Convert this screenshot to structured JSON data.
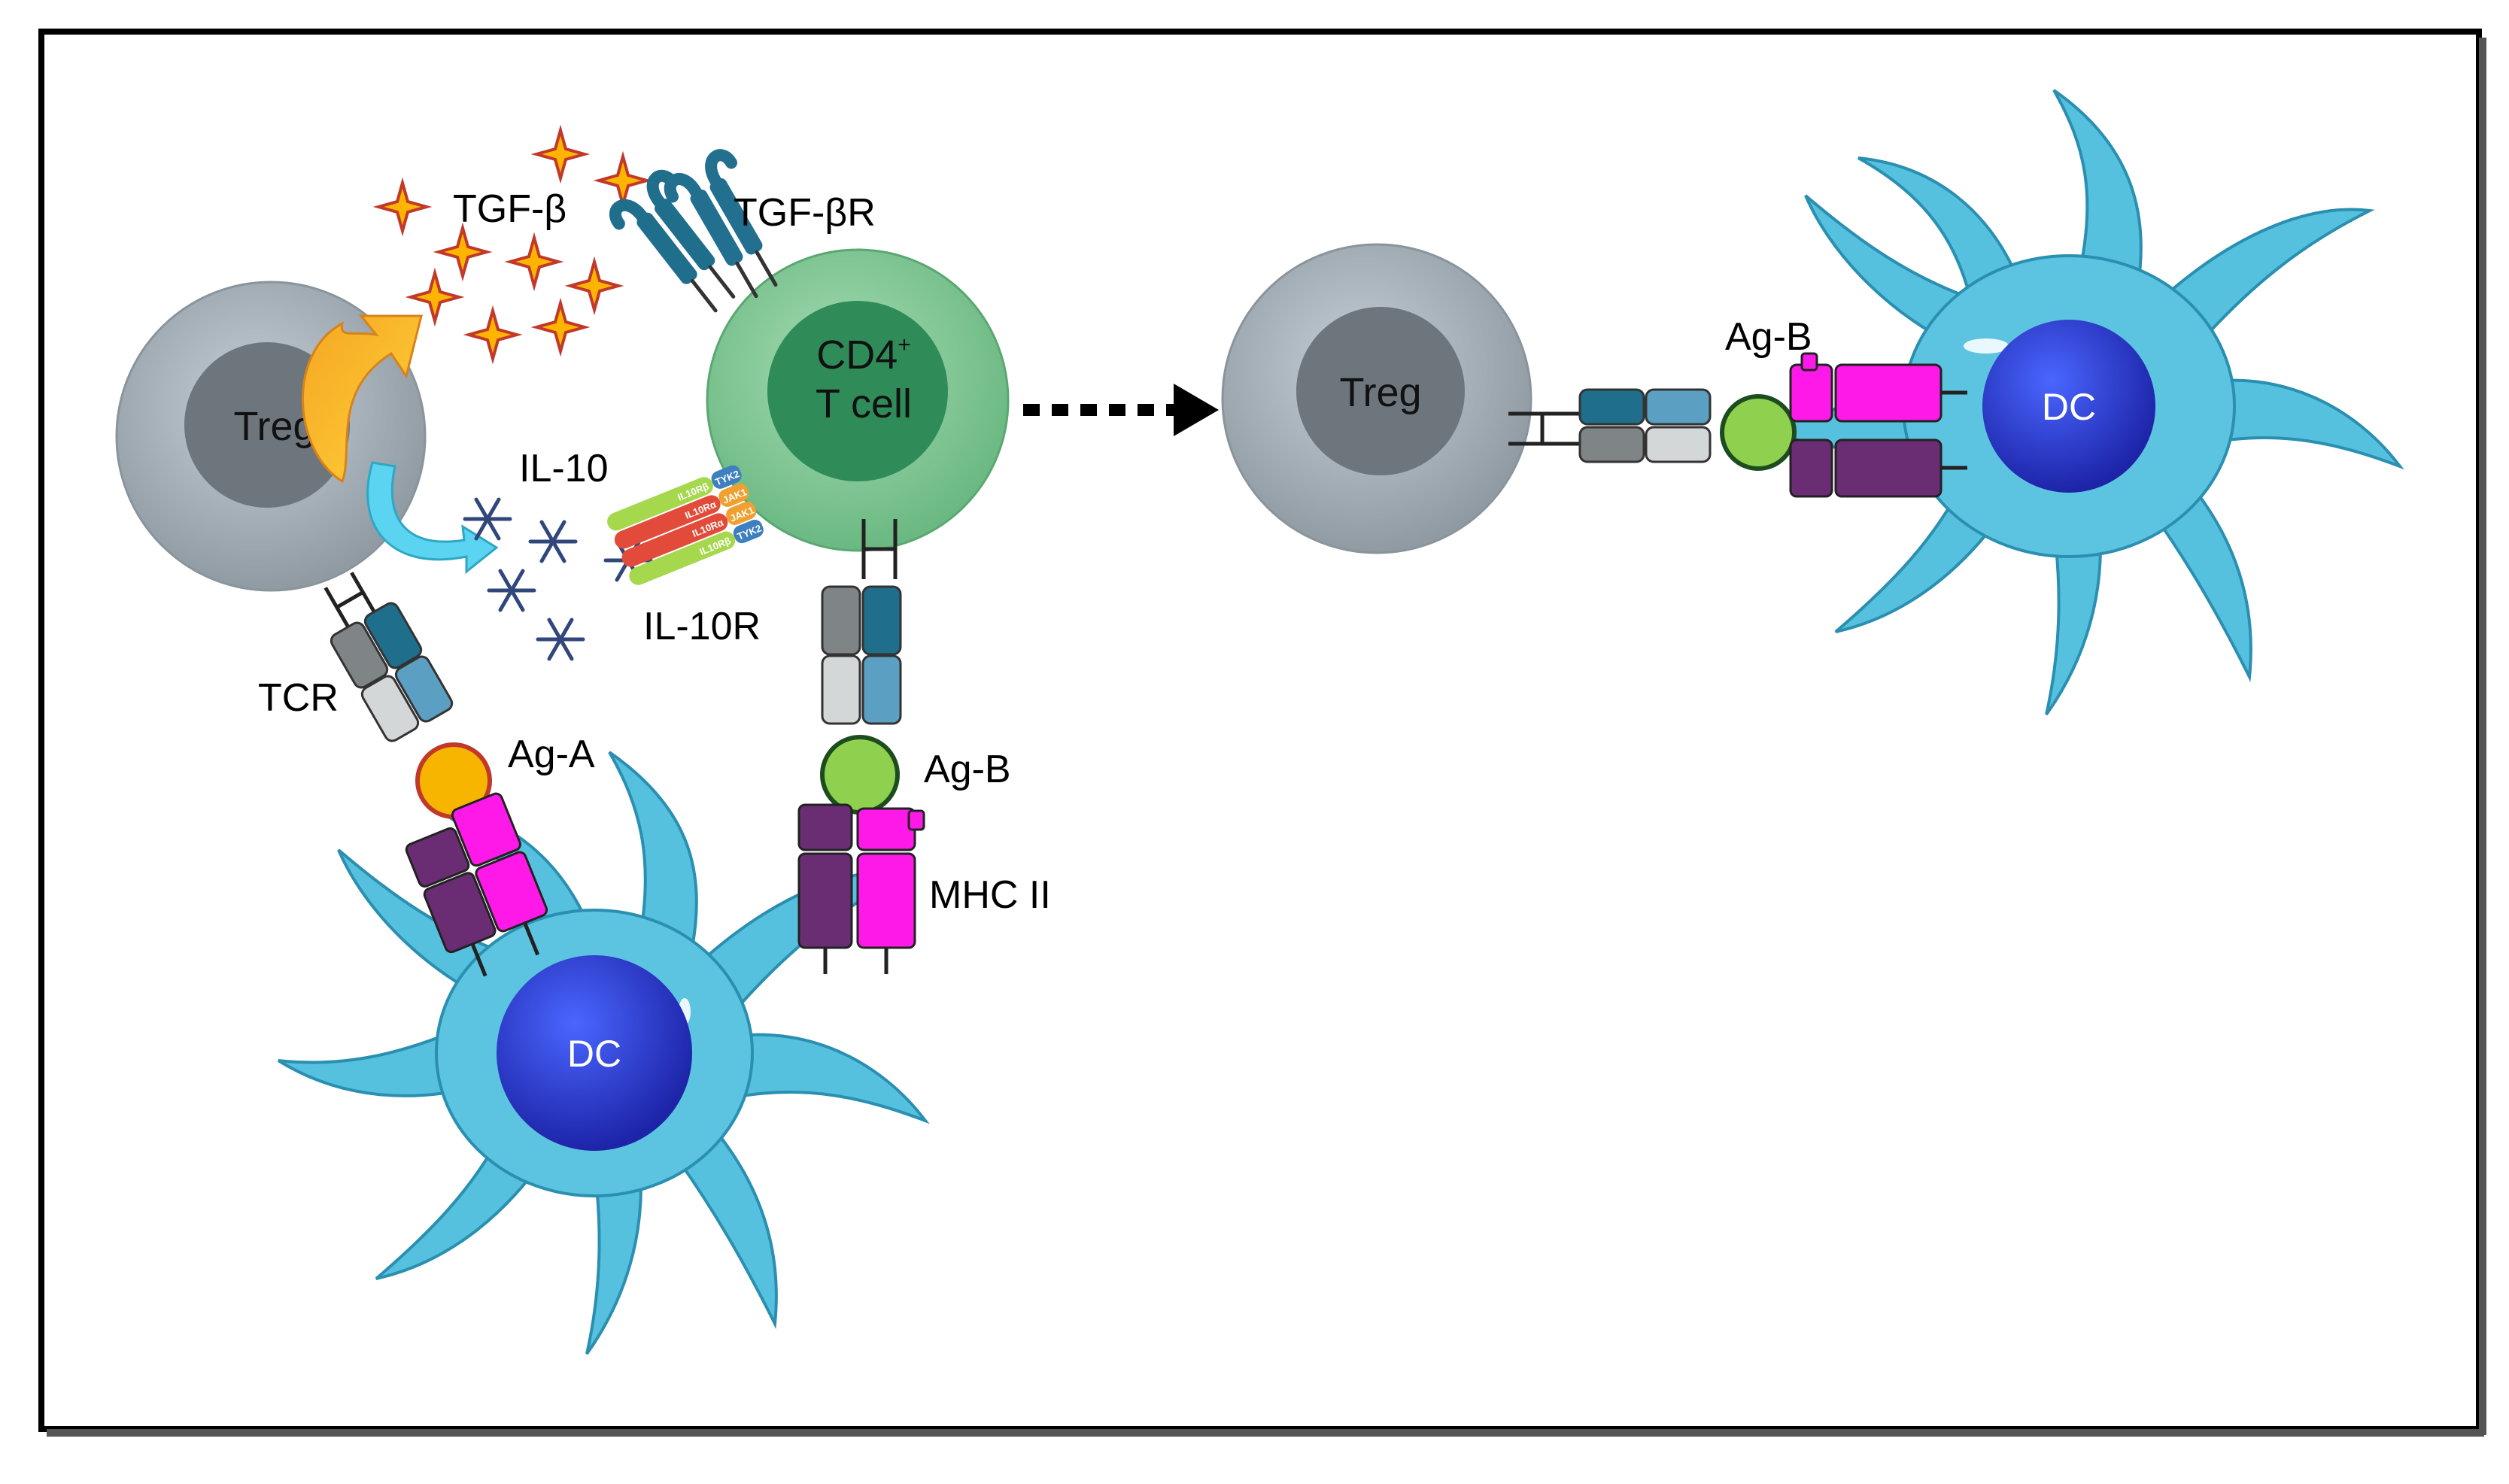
{
  "labels": {
    "tgf_beta": "TGF-β",
    "tgf_beta_r": "TGF-βR",
    "il10": "IL-10",
    "il10r": "IL-10R",
    "tcr": "TCR",
    "ag_a": "Ag-A",
    "ag_b_left": "Ag-B",
    "ag_b_right": "Ag-B",
    "mhc2": "MHC II",
    "treg_left": "Treg",
    "treg_right": "Treg",
    "cd4_line1": "CD4",
    "cd4_sup": "+",
    "cd4_line2": "T cell",
    "dc_left": "DC",
    "dc_right": "DC",
    "il10r_chain_tyk2": "TYK2",
    "il10r_chain_jak1": "JAK1",
    "il10r_chain_alpha": "IL10Rα",
    "il10r_chain_beta": "IL10Rβ"
  },
  "colors": {
    "treg": "#a8b3bb",
    "treg_nucleus": "#6e7880",
    "cd4_cell": "#8ccc9c",
    "cd4_nucleus": "#2e8a58",
    "dc_body": "#5cc4e0",
    "dc_nucleus": "#2a3cc8",
    "ag_a": "#f7b500",
    "ag_b": "#8fd14f",
    "mhc_purple": "#6a2d74",
    "mhc_magenta": "#ff19e8",
    "tcr_dark": "#1f6e8c",
    "tcr_light": "#5b9fc2",
    "tcr_gray": "#7f8486",
    "tcr_lightgray": "#d4d7d8",
    "tgf_star": "#ffb400",
    "snowflake": "#31477c"
  }
}
